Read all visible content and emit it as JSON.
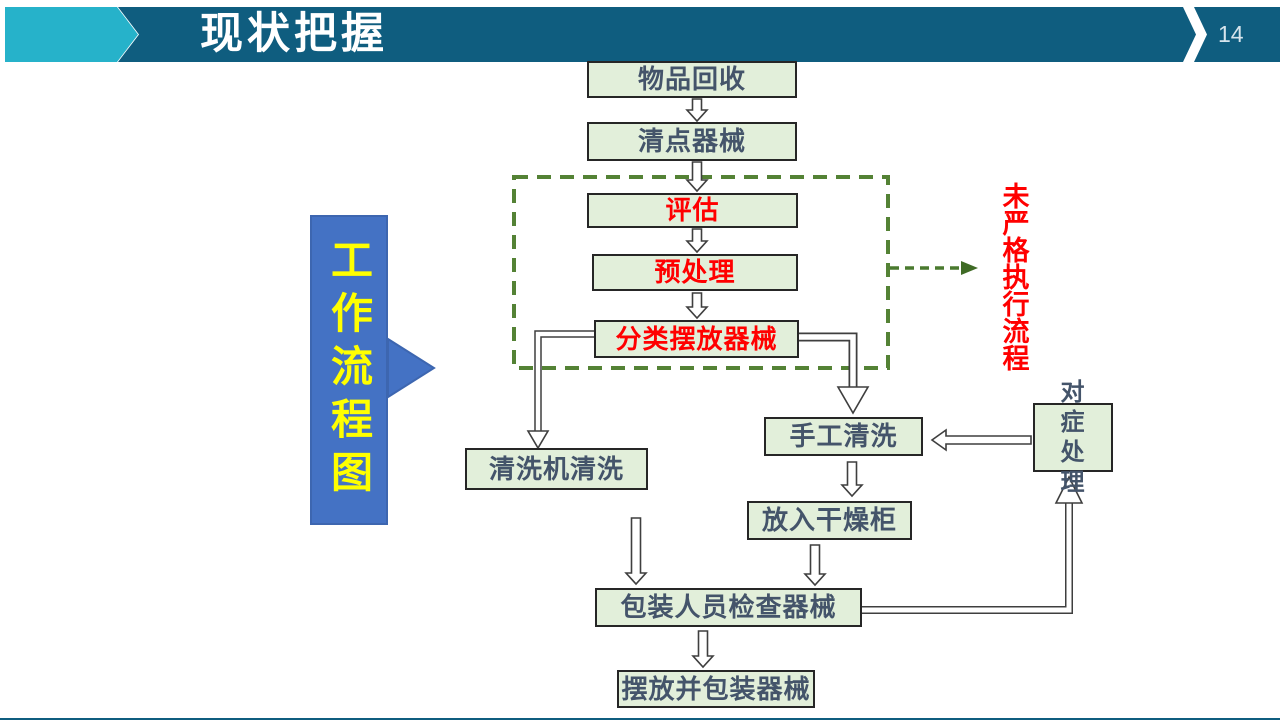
{
  "header": {
    "title": "现状把握",
    "page_number": "14"
  },
  "side_label": {
    "text": "工作流程图"
  },
  "annotation": {
    "text": "未严格执行流程"
  },
  "boxes": {
    "recv": {
      "label": "物品回收"
    },
    "count": {
      "label": "清点器械"
    },
    "assess": {
      "label": "评估"
    },
    "pretreat": {
      "label": "预处理"
    },
    "classify": {
      "label": "分类摆放器械"
    },
    "machine_wash": {
      "label": "清洗机清洗"
    },
    "hand_wash": {
      "label": "手工清洗"
    },
    "symptomatic": {
      "label": "对症处理"
    },
    "dry_cabinet": {
      "label": "放入干燥柜"
    },
    "inspect": {
      "label": "包装人员检查器械"
    },
    "package": {
      "label": "摆放并包装器械"
    }
  },
  "colors": {
    "banner": "#0f5d7f",
    "banner_accent": "#26b2ca",
    "box_fill": "#e2efda",
    "box_text": "#44546a",
    "emphasis_text": "#ff0000",
    "group_border": "#548235",
    "side_label_fill": "#4472c4",
    "side_label_text": "#ffff00"
  }
}
